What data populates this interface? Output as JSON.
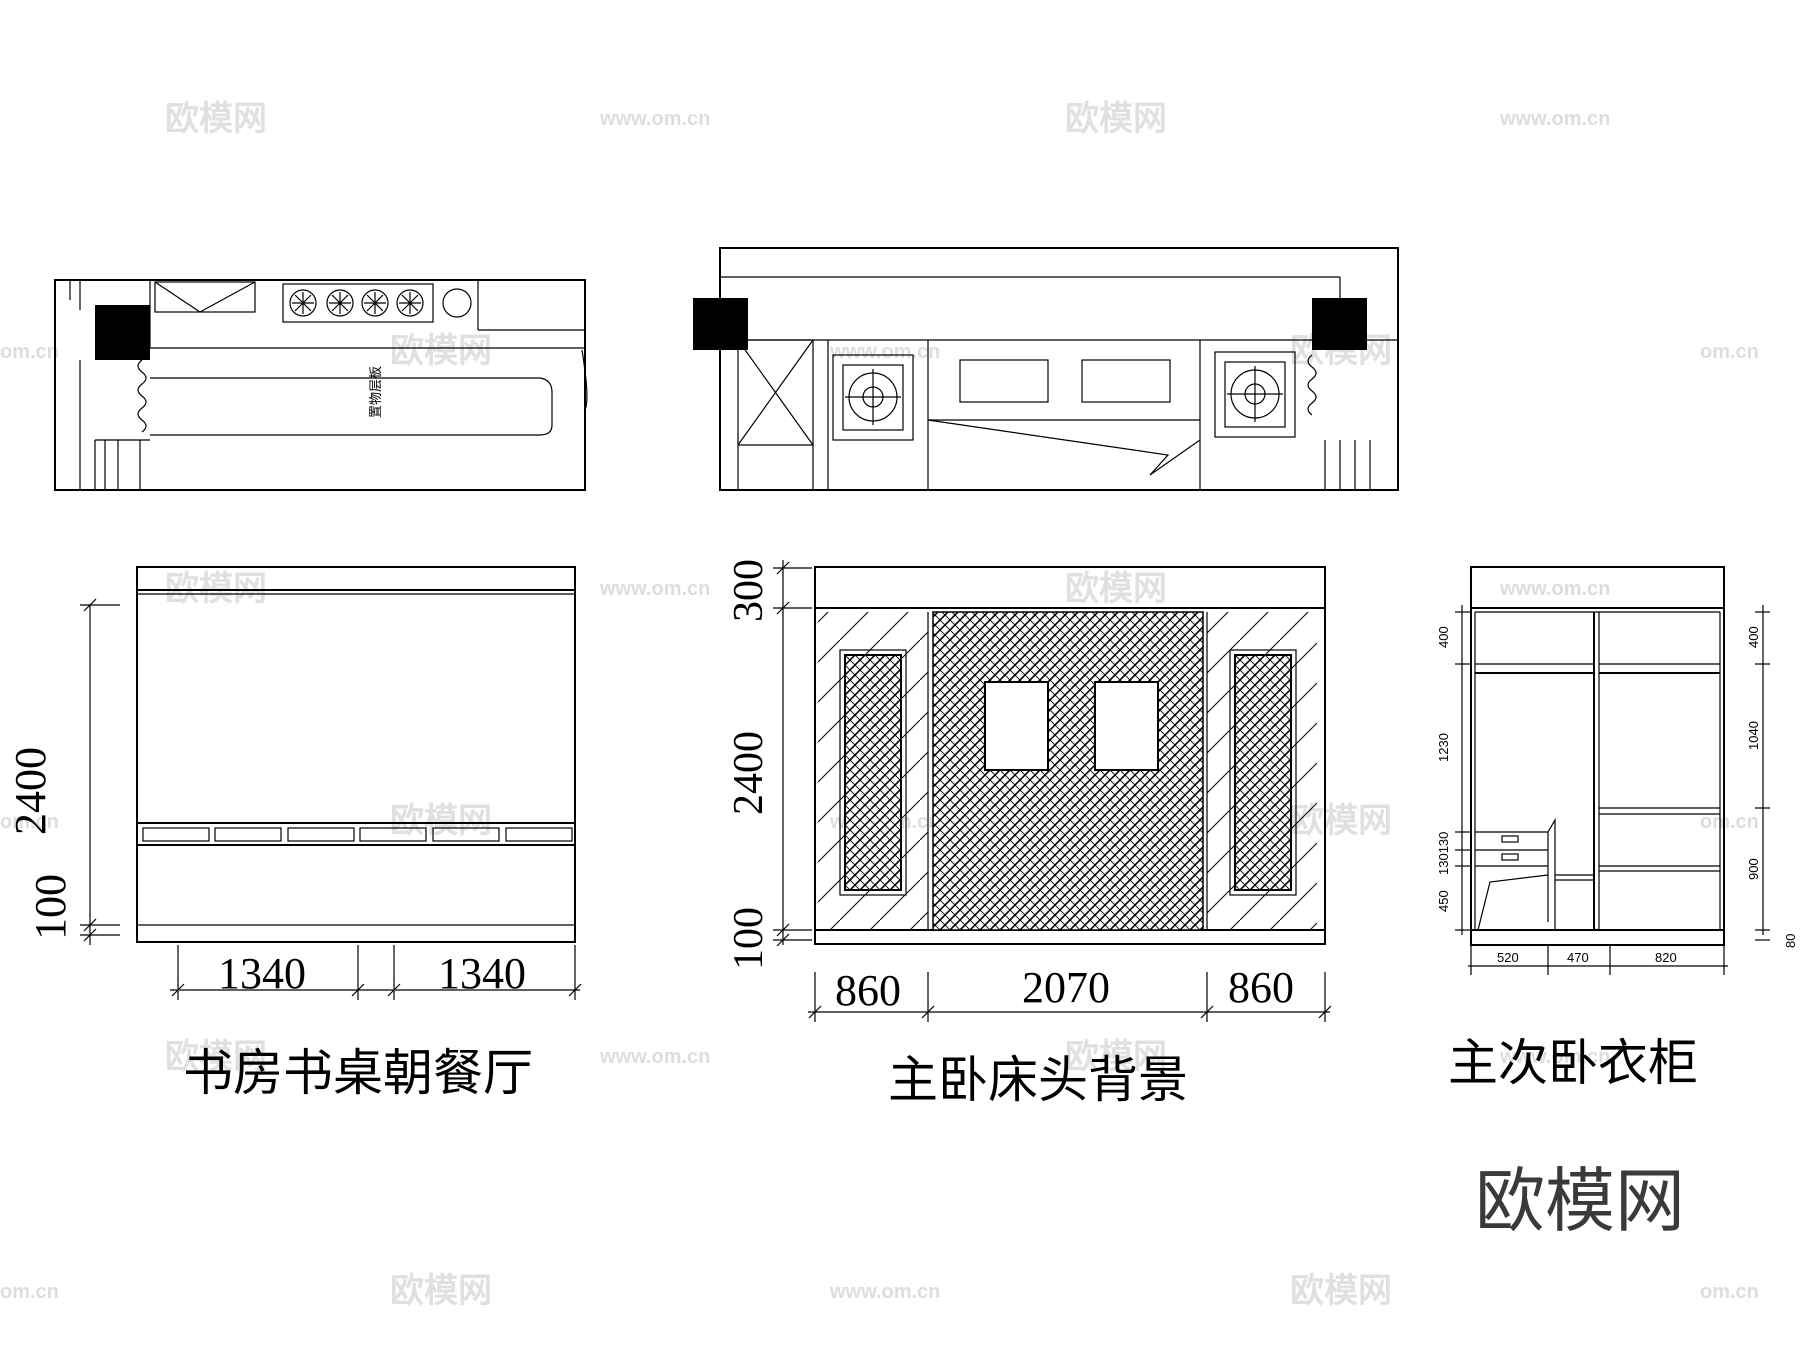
{
  "watermark": {
    "text": "欧模网",
    "url": "www.om.cn",
    "url_short": "om.cn"
  },
  "brand": "欧模网",
  "plan_labels": {
    "shelf": "置物层板"
  },
  "study": {
    "title": "书房书桌朝餐厅",
    "dims": {
      "height": "2400",
      "base": "100",
      "width_left": "1340",
      "width_right": "1340"
    }
  },
  "bedroom": {
    "title": "主卧床头背景",
    "dims": {
      "top": "300",
      "height": "2400",
      "base": "100",
      "w_left": "860",
      "w_center": "2070",
      "w_right": "860"
    }
  },
  "wardrobe": {
    "title": "主次卧衣柜",
    "dims": {
      "l_top": "400",
      "l_mid": "1230",
      "l_drawers": "130130",
      "l_bottom": "450",
      "r_top": "400",
      "r_mid": "1040",
      "r_low": "900",
      "r_base": "80",
      "w1": "520",
      "w2": "470",
      "w3": "820"
    }
  }
}
